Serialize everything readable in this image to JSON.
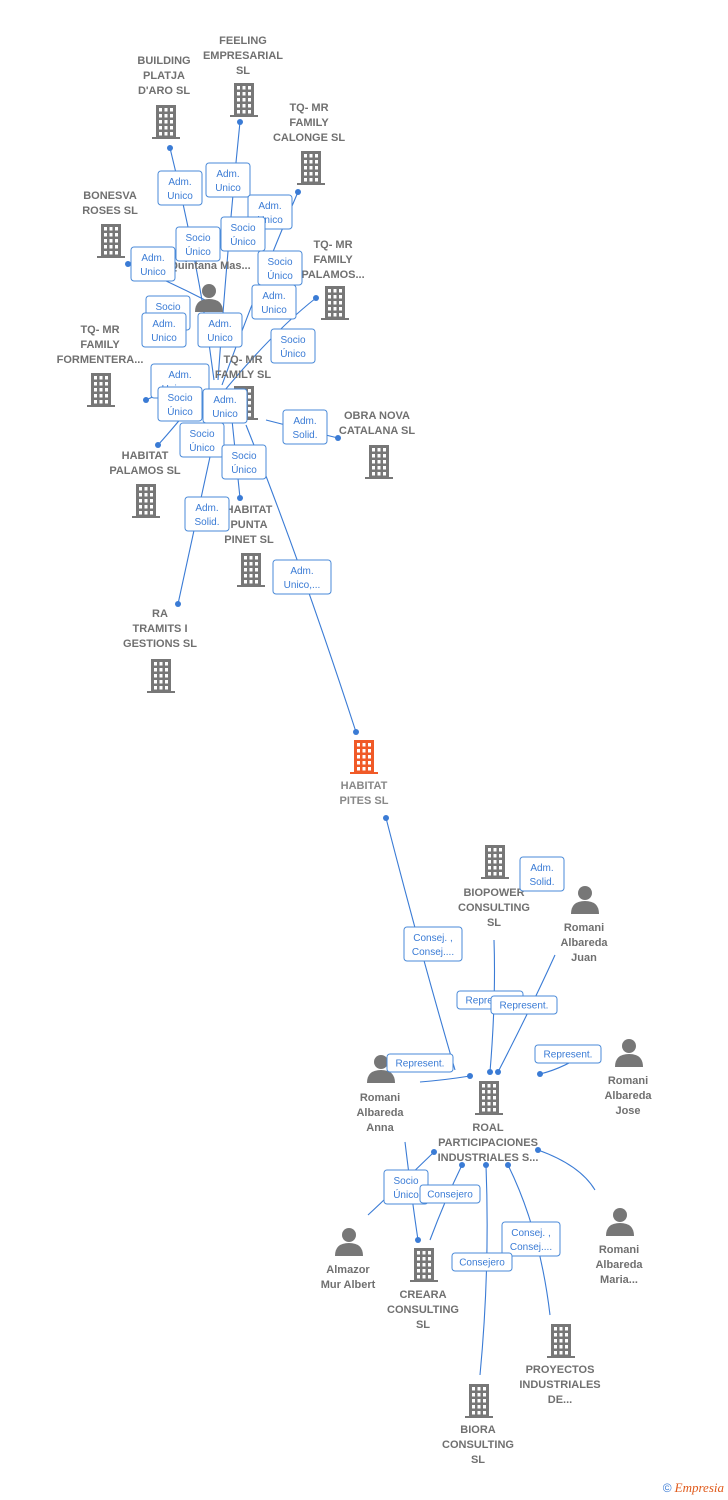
{
  "colors": {
    "company": "#777777",
    "focus": "#f05a28",
    "person": "#777777",
    "edge": "#3a7bd5"
  },
  "nodes": [
    {
      "id": "building",
      "type": "company",
      "label": [
        "BUILDING",
        "PLATJA",
        "D'ARO  SL"
      ]
    },
    {
      "id": "feeling",
      "type": "company",
      "label": [
        "FEELING",
        "EMPRESARIAL",
        "SL"
      ]
    },
    {
      "id": "tqcalonge",
      "type": "company",
      "label": [
        "TQ- MR",
        "FAMILY",
        "CALONGE  SL"
      ]
    },
    {
      "id": "bonesva",
      "type": "company",
      "label": [
        "BONESVA",
        "ROSES  SL"
      ]
    },
    {
      "id": "quintana",
      "type": "person",
      "label": [
        "Quintana Mas..."
      ]
    },
    {
      "id": "tqpalamos",
      "type": "company",
      "label": [
        "TQ- MR",
        "FAMILY",
        "PALAMOS..."
      ]
    },
    {
      "id": "tqformentera",
      "type": "company",
      "label": [
        "TQ- MR",
        "FAMILY",
        "FORMENTERA..."
      ]
    },
    {
      "id": "tqfamily",
      "type": "company",
      "label": [
        "TQ- MR",
        "FAMILY SL"
      ]
    },
    {
      "id": "obranova",
      "type": "company",
      "label": [
        "OBRA NOVA",
        "CATALANA SL"
      ]
    },
    {
      "id": "habpalamos",
      "type": "company",
      "label": [
        "HABITAT",
        "PALAMOS  SL"
      ]
    },
    {
      "id": "habpinet",
      "type": "company",
      "label": [
        "HABITAT",
        "PUNTA",
        "PINET  SL"
      ]
    },
    {
      "id": "ratramits",
      "type": "company",
      "label": [
        "RA",
        "TRAMITS I",
        "GESTIONS  SL"
      ]
    },
    {
      "id": "habitatpites",
      "type": "focus",
      "label": [
        "HABITAT",
        "PITES  SL"
      ]
    },
    {
      "id": "biopower",
      "type": "company",
      "label": [
        "BIOPOWER",
        "CONSULTING",
        "SL"
      ]
    },
    {
      "id": "juan",
      "type": "person",
      "label": [
        "Romani",
        "Albareda",
        "Juan"
      ]
    },
    {
      "id": "anna",
      "type": "person",
      "label": [
        "Romani",
        "Albareda",
        "Anna"
      ]
    },
    {
      "id": "roal",
      "type": "company",
      "label": [
        "ROAL",
        "PARTICIPACIONES",
        "INDUSTRIALES S..."
      ]
    },
    {
      "id": "jose",
      "type": "person",
      "label": [
        "Romani",
        "Albareda",
        "Jose"
      ]
    },
    {
      "id": "maria",
      "type": "person",
      "label": [
        "Romani",
        "Albareda",
        "Maria..."
      ]
    },
    {
      "id": "almazor",
      "type": "person",
      "label": [
        "Almazor",
        "Mur Albert"
      ]
    },
    {
      "id": "creara",
      "type": "company",
      "label": [
        "CREARA",
        "CONSULTING",
        "SL"
      ]
    },
    {
      "id": "proyectos",
      "type": "company",
      "label": [
        "PROYECTOS",
        "INDUSTRIALES",
        "DE..."
      ]
    },
    {
      "id": "biora",
      "type": "company",
      "label": [
        "BIORA",
        "CONSULTING",
        "SL"
      ]
    }
  ],
  "badges": [
    [
      "Adm.",
      "Unico"
    ],
    [
      "Adm.",
      "Unico"
    ],
    [
      "Adm.",
      "Unico"
    ],
    [
      "Socio",
      "Único"
    ],
    [
      "Socio",
      "Único"
    ],
    [
      "Adm.",
      "Unico"
    ],
    [
      "Socio",
      "Único"
    ],
    [
      "Adm.",
      "Unico"
    ],
    [
      "Socio",
      "Único"
    ],
    [
      "Adm.",
      "Unico"
    ],
    [
      "Adm.",
      "Unico"
    ],
    [
      "Socio",
      "Único"
    ],
    [
      "Adm.",
      "Unico,..."
    ],
    [
      "Adm.",
      "Unico"
    ],
    [
      "Socio",
      "Único"
    ],
    [
      "Adm.",
      "Solid."
    ],
    [
      "Socio",
      "Único"
    ],
    [
      "Socio",
      "Único"
    ],
    [
      "Adm.",
      "Solid."
    ],
    [
      "Adm.",
      "Unico,..."
    ],
    [
      "Adm.",
      "Solid."
    ],
    [
      "Consej. ,",
      "Consej...."
    ],
    [
      "Represent."
    ],
    [
      "Represent."
    ],
    [
      "Represent."
    ],
    [
      "Represent."
    ],
    [
      "Socio",
      "Único"
    ],
    [
      "Consejero"
    ],
    [
      "Consej. ,",
      "Consej...."
    ],
    [
      "Consejero"
    ]
  ],
  "footer": {
    "copyright": "©",
    "brand": "Empresia"
  }
}
